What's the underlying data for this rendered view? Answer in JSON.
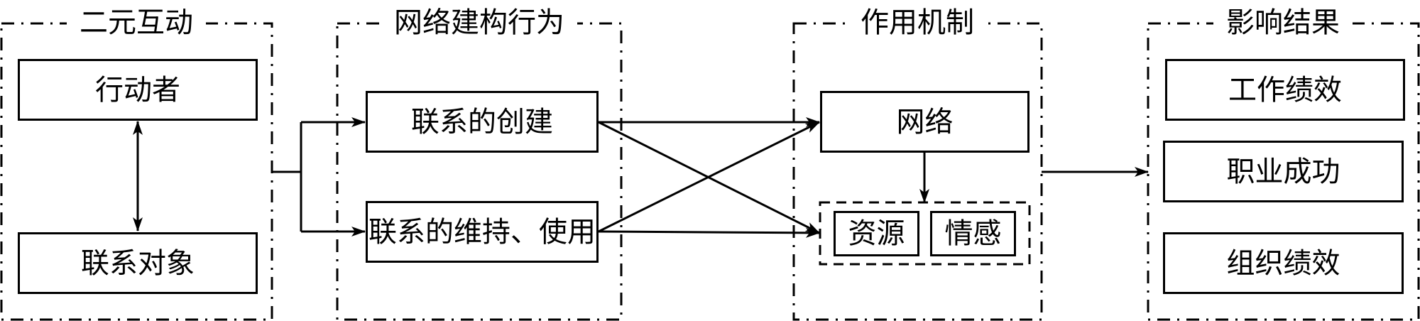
{
  "diagram": {
    "groups": [
      {
        "title": "二元互动",
        "nodes": [
          {
            "label": "行动者"
          },
          {
            "label": "联系对象"
          }
        ]
      },
      {
        "title": "网络建构行为",
        "nodes": [
          {
            "label": "联系的创建"
          },
          {
            "label": "联系的维持、使用"
          }
        ]
      },
      {
        "title": "作用机制",
        "nodes": [
          {
            "label": "网络"
          },
          {
            "label": "资源"
          },
          {
            "label": "情感"
          }
        ]
      },
      {
        "title": "影响结果",
        "nodes": [
          {
            "label": "工作绩效"
          },
          {
            "label": "职业成功"
          },
          {
            "label": "组织绩效"
          }
        ]
      }
    ],
    "edges": [
      {
        "from": "行动者",
        "to": "联系对象",
        "type": "bidirectional"
      },
      {
        "from": "二元互动",
        "to": "联系的创建",
        "type": "directed"
      },
      {
        "from": "二元互动",
        "to": "联系的维持、使用",
        "type": "directed"
      },
      {
        "from": "联系的创建",
        "to": "网络",
        "type": "directed"
      },
      {
        "from": "联系的创建",
        "to": "资源/情感",
        "type": "directed"
      },
      {
        "from": "联系的维持、使用",
        "to": "网络",
        "type": "directed"
      },
      {
        "from": "联系的维持、使用",
        "to": "资源/情感",
        "type": "directed"
      },
      {
        "from": "网络",
        "to": "资源/情感",
        "type": "directed"
      },
      {
        "from": "作用机制",
        "to": "影响结果",
        "type": "directed"
      }
    ]
  }
}
